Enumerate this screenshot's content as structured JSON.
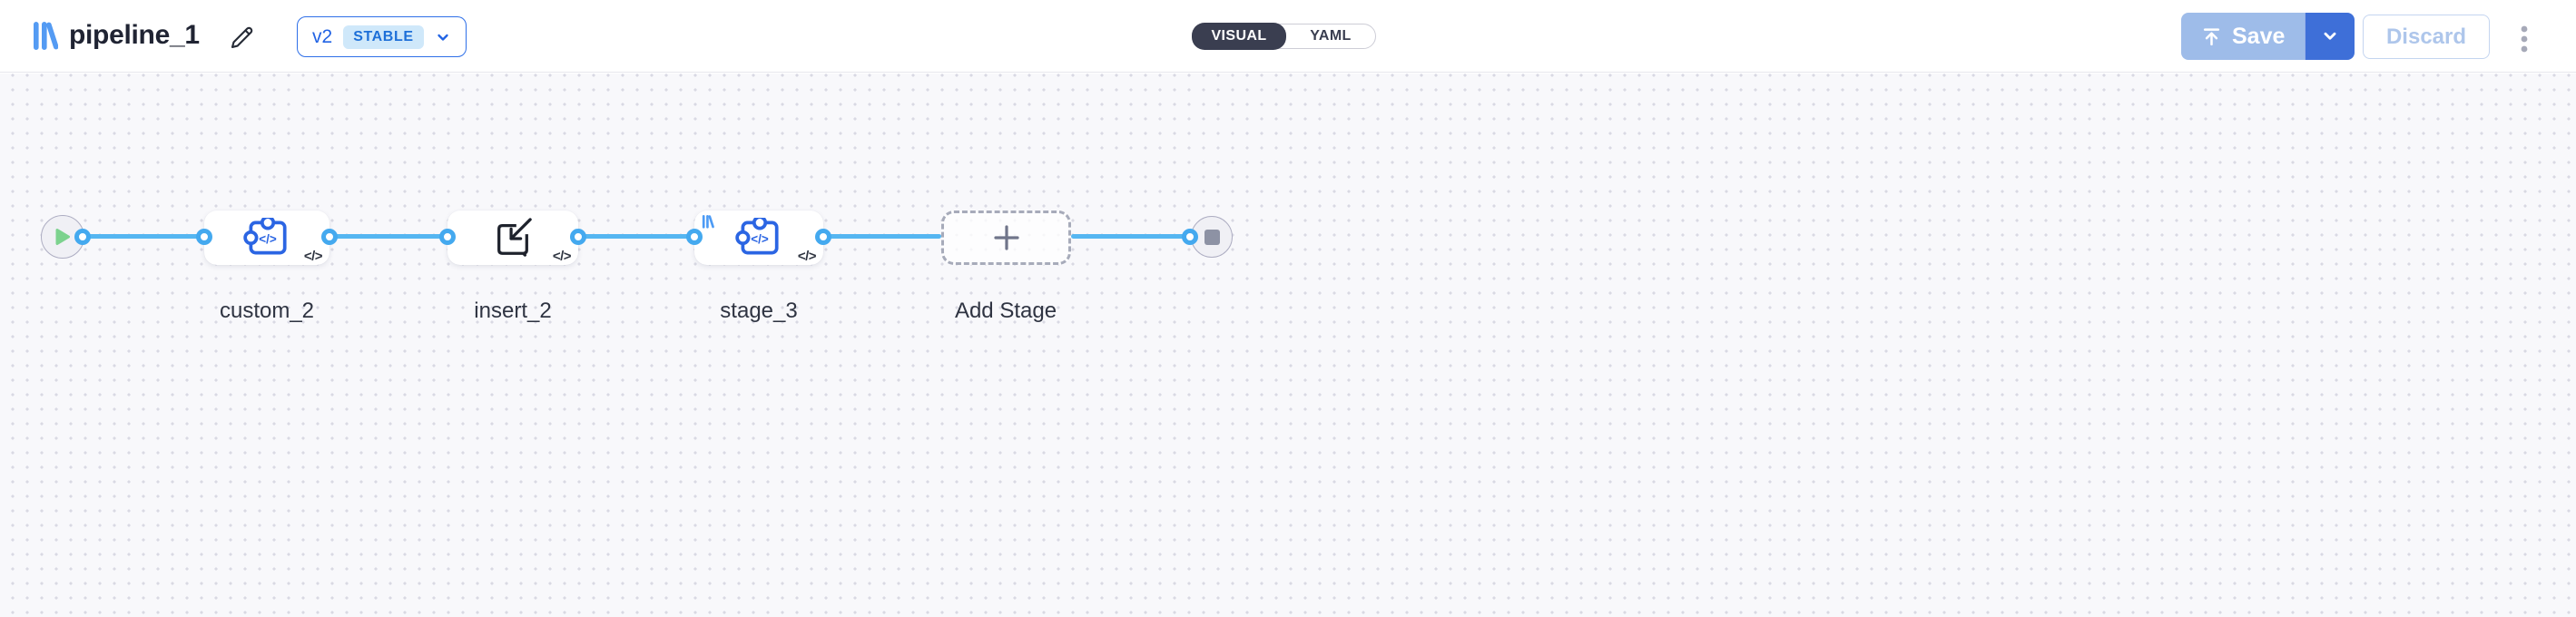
{
  "header": {
    "title": "pipeline_1",
    "version_button": {
      "version": "v2",
      "status_badge": "STABLE"
    },
    "view_toggle": {
      "visual_label": "VISUAL",
      "yaml_label": "YAML",
      "selected": "VISUAL"
    },
    "save_label": "Save",
    "discard_label": "Discard"
  },
  "canvas": {
    "stages": [
      {
        "label": "custom_2",
        "icon": "puzzle-code-icon",
        "code_badge": "</>"
      },
      {
        "label": "insert_2",
        "icon": "import-arrow-icon",
        "code_badge": "</>"
      },
      {
        "label": "stage_3",
        "icon": "puzzle-code-icon",
        "code_badge": "</>",
        "corner_badge": "library-logo"
      },
      {
        "label": "Add Stage",
        "icon": "plus-icon"
      }
    ],
    "terminals": {
      "start": "play-icon",
      "end": "stop-icon"
    }
  },
  "colors": {
    "edge_blue": "#55B6F1",
    "accent_blue": "#2163E4",
    "logo_blue": "#549BF3",
    "toggle_dark": "#3A3E50",
    "save_main_blue": "#9EBCE9",
    "save_caret_blue": "#3E6FD8",
    "canvas_bg": "#F8F8FB",
    "play_green": "#7CD28E"
  }
}
